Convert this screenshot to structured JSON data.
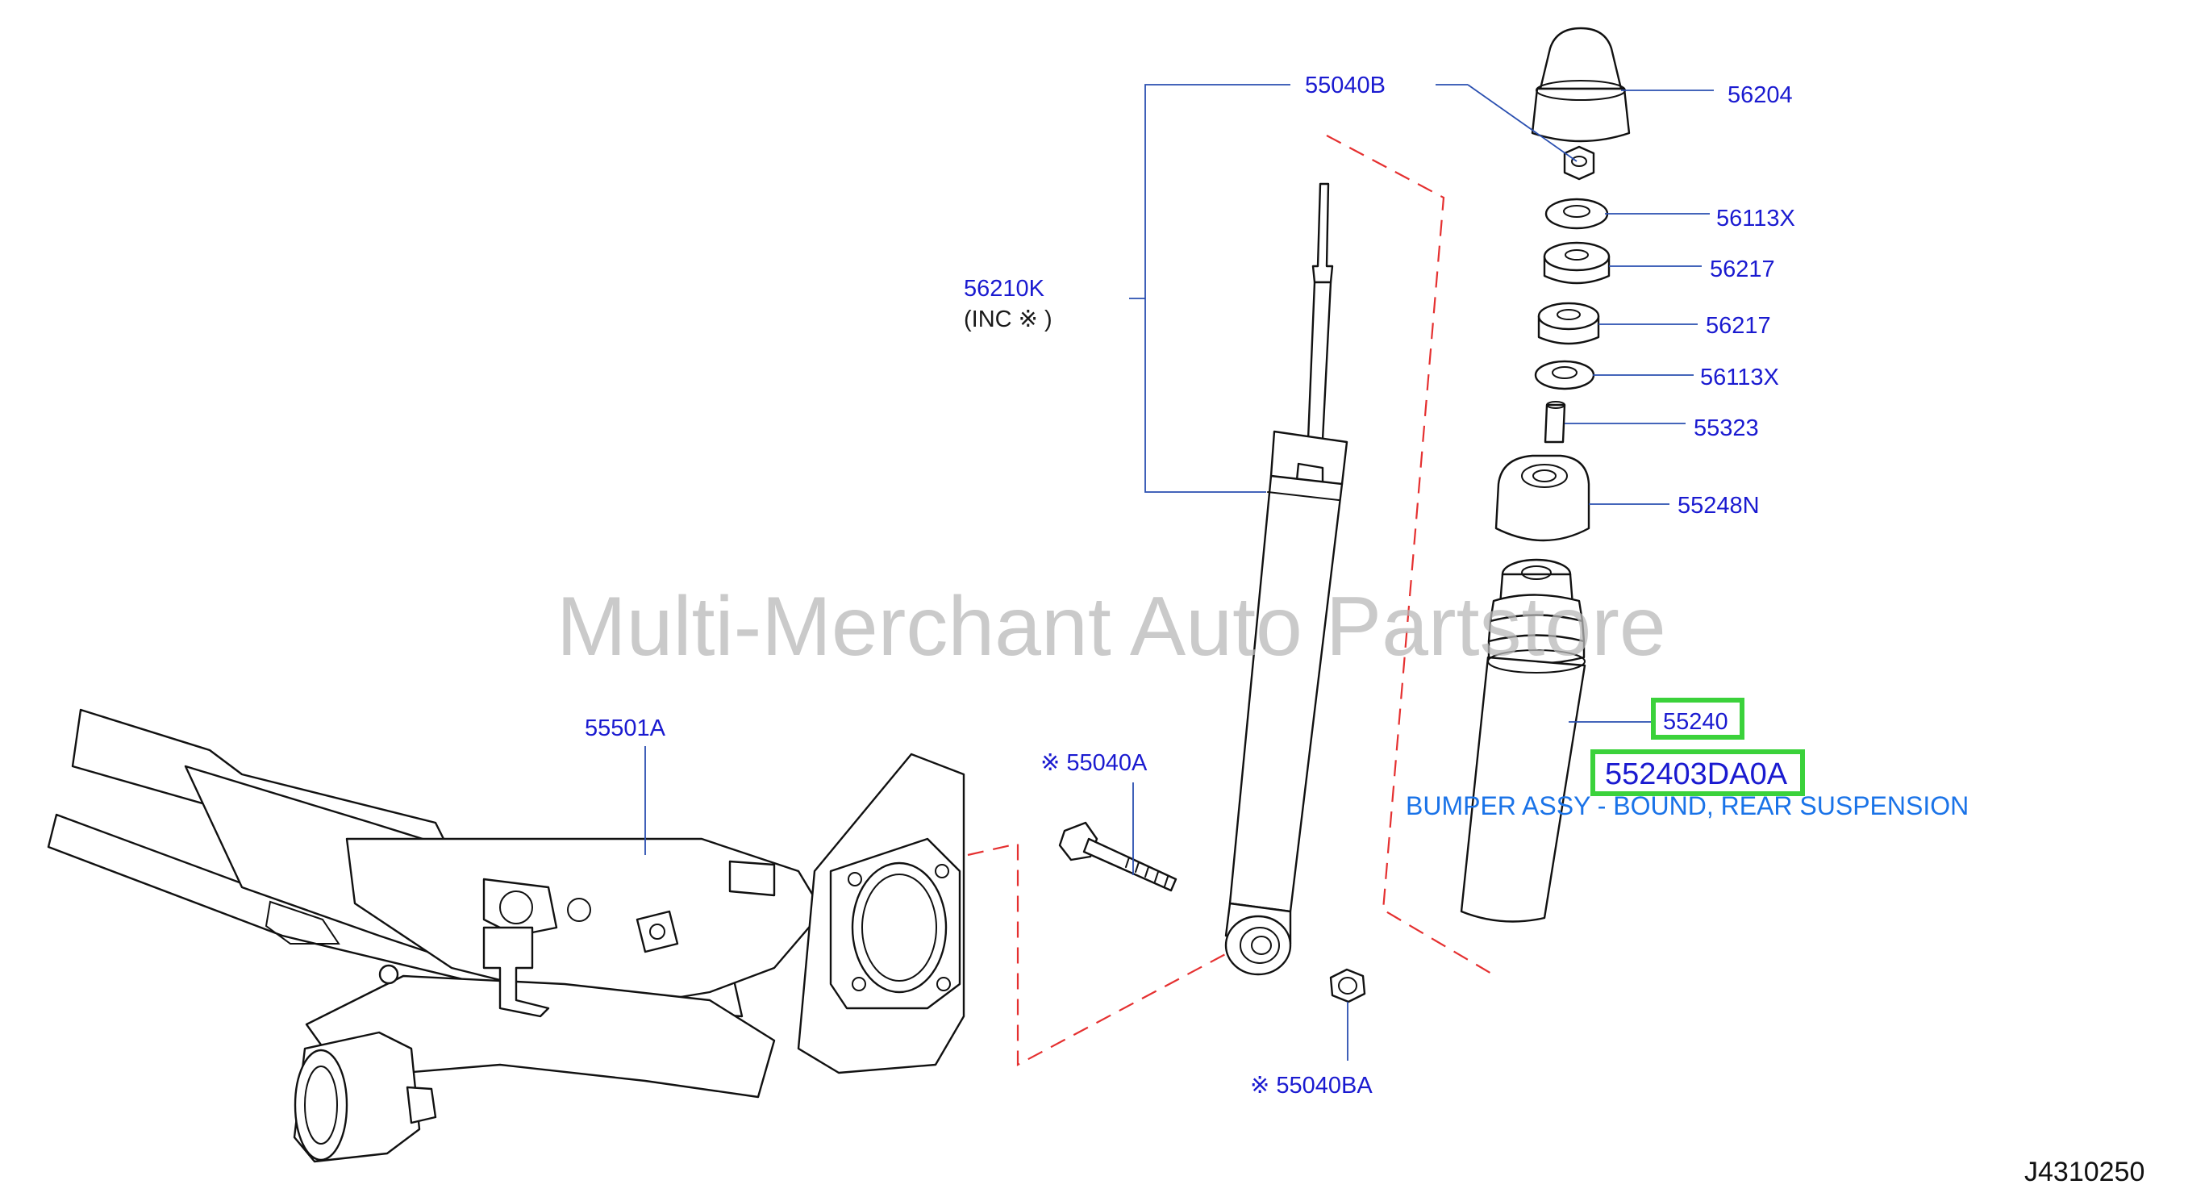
{
  "parts": {
    "p55040B": "55040B",
    "p56204": "56204",
    "p56113X_top": "56113X",
    "p56217_top": "56217",
    "p56217_bottom": "56217",
    "p56113X_bottom": "56113X",
    "p55323": "55323",
    "p55248N": "55248N",
    "p56210K": "56210K",
    "inc_note": "(INC  ※     )",
    "p55501A": "55501A",
    "p55040A": "※ 55040A",
    "p55040BA": "※ 55040BA",
    "p55240": "55240"
  },
  "highlight": {
    "part_number": "552403DA0A",
    "description": "BUMPER ASSY - BOUND, REAR SUSPENSION",
    "color": "#3bd23b"
  },
  "diagram_ref": "J4310250",
  "watermark": "Multi-Merchant Auto Partstore",
  "colors": {
    "label": "#1a1ad0",
    "description": "#1a73e8",
    "dashed_guide": "#e53030"
  }
}
